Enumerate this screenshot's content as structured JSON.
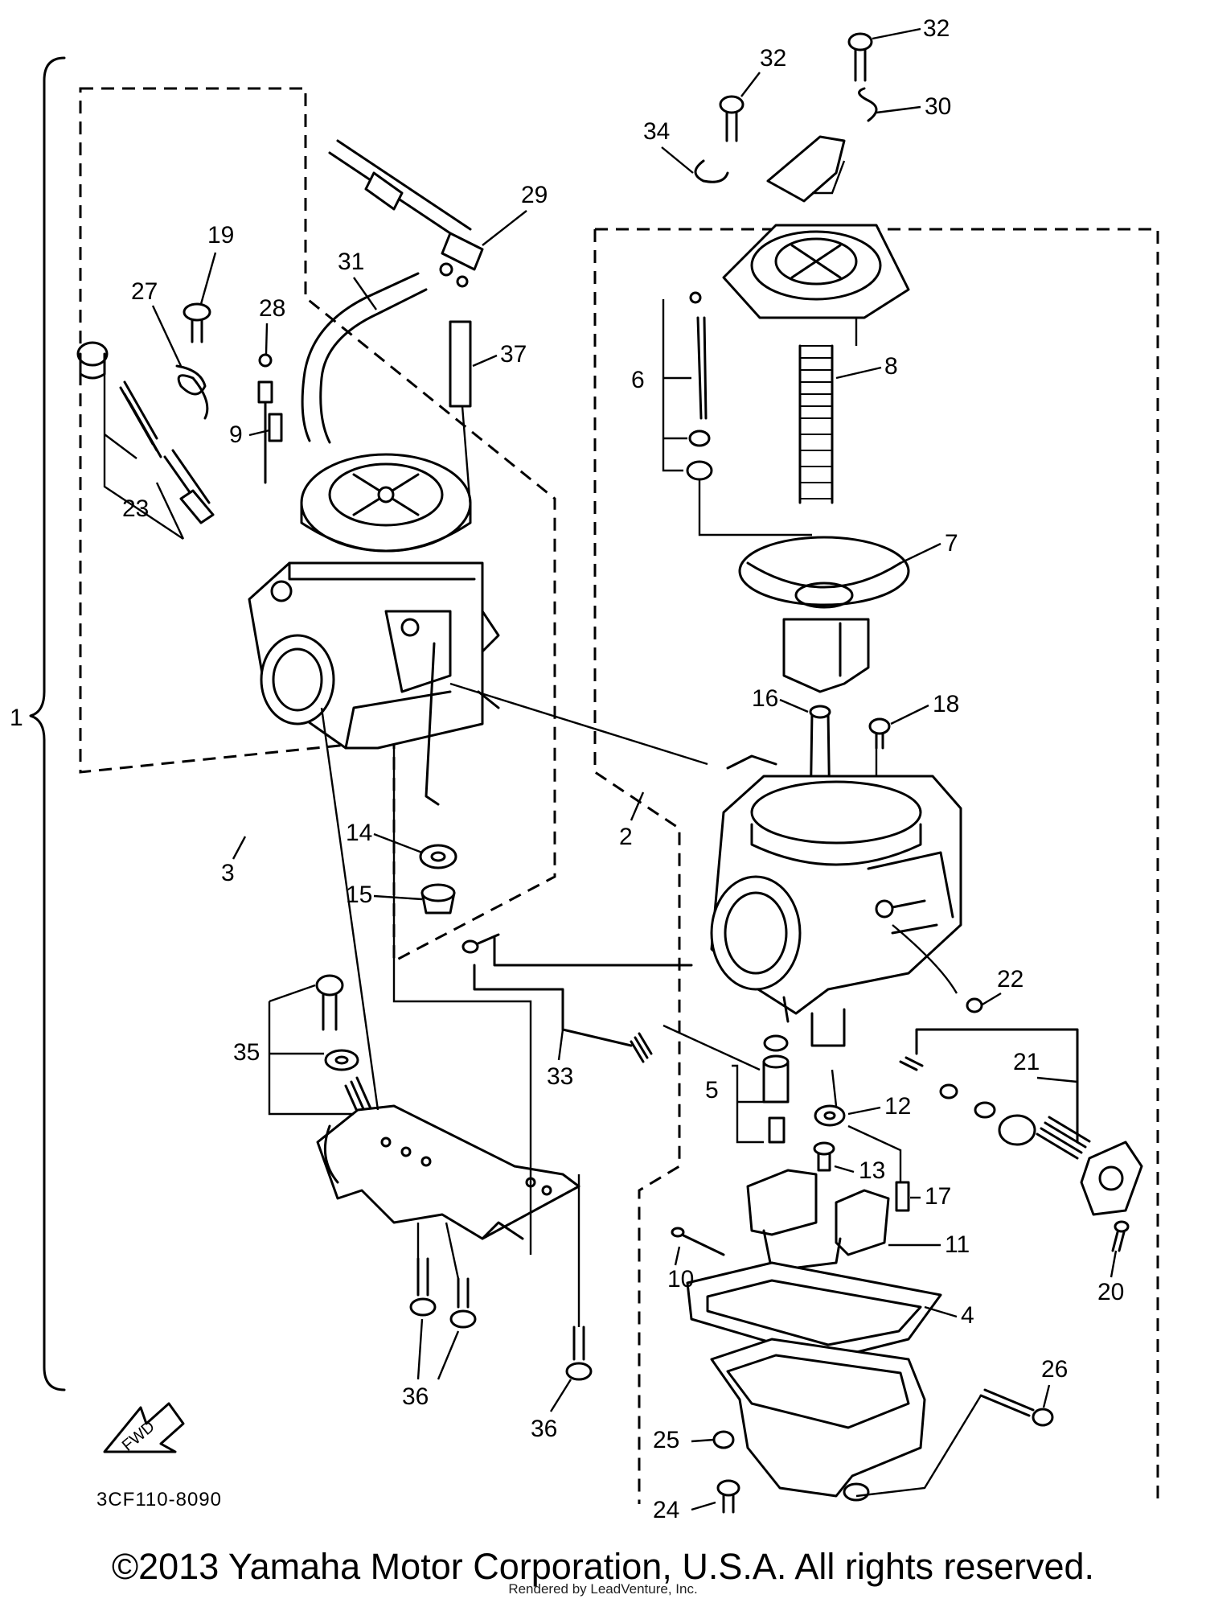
{
  "diagram_code": "3CF110-8090",
  "fwd_label": "FWD",
  "copyright": "©2013 Yamaha Motor Corporation, U.S.A. All rights reserved.",
  "rendered_by": "Rendered by LeadVenture, Inc.",
  "callouts": [
    "1",
    "2",
    "3",
    "4",
    "5",
    "6",
    "7",
    "8",
    "9",
    "10",
    "11",
    "12",
    "13",
    "14",
    "15",
    "16",
    "17",
    "18",
    "19",
    "20",
    "21",
    "22",
    "23",
    "24",
    "25",
    "26",
    "27",
    "28",
    "29",
    "30",
    "31",
    "32",
    "32",
    "33",
    "34",
    "35",
    "36",
    "36",
    "37"
  ]
}
